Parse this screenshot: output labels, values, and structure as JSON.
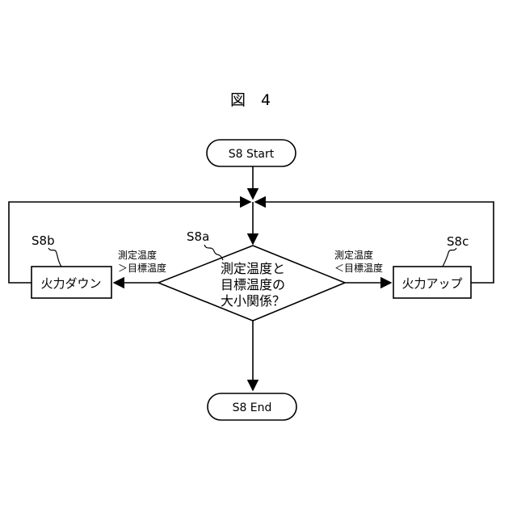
{
  "figure": {
    "title": "図　4"
  },
  "nodes": {
    "start": {
      "text": "S8 Start"
    },
    "decision": {
      "lines": [
        "測定温度と",
        "目標温度の",
        "大小関係？"
      ]
    },
    "left_box": {
      "text": "火力ダウン"
    },
    "right_box": {
      "text": "火力アップ"
    },
    "end": {
      "text": "S8 End"
    }
  },
  "refs": {
    "decision": "S8a",
    "left": "S8b",
    "right": "S8c"
  },
  "edges": {
    "left_condition": [
      "測定温度",
      "＞目標温度"
    ],
    "right_condition": [
      "測定温度",
      "＜目標温度"
    ]
  }
}
